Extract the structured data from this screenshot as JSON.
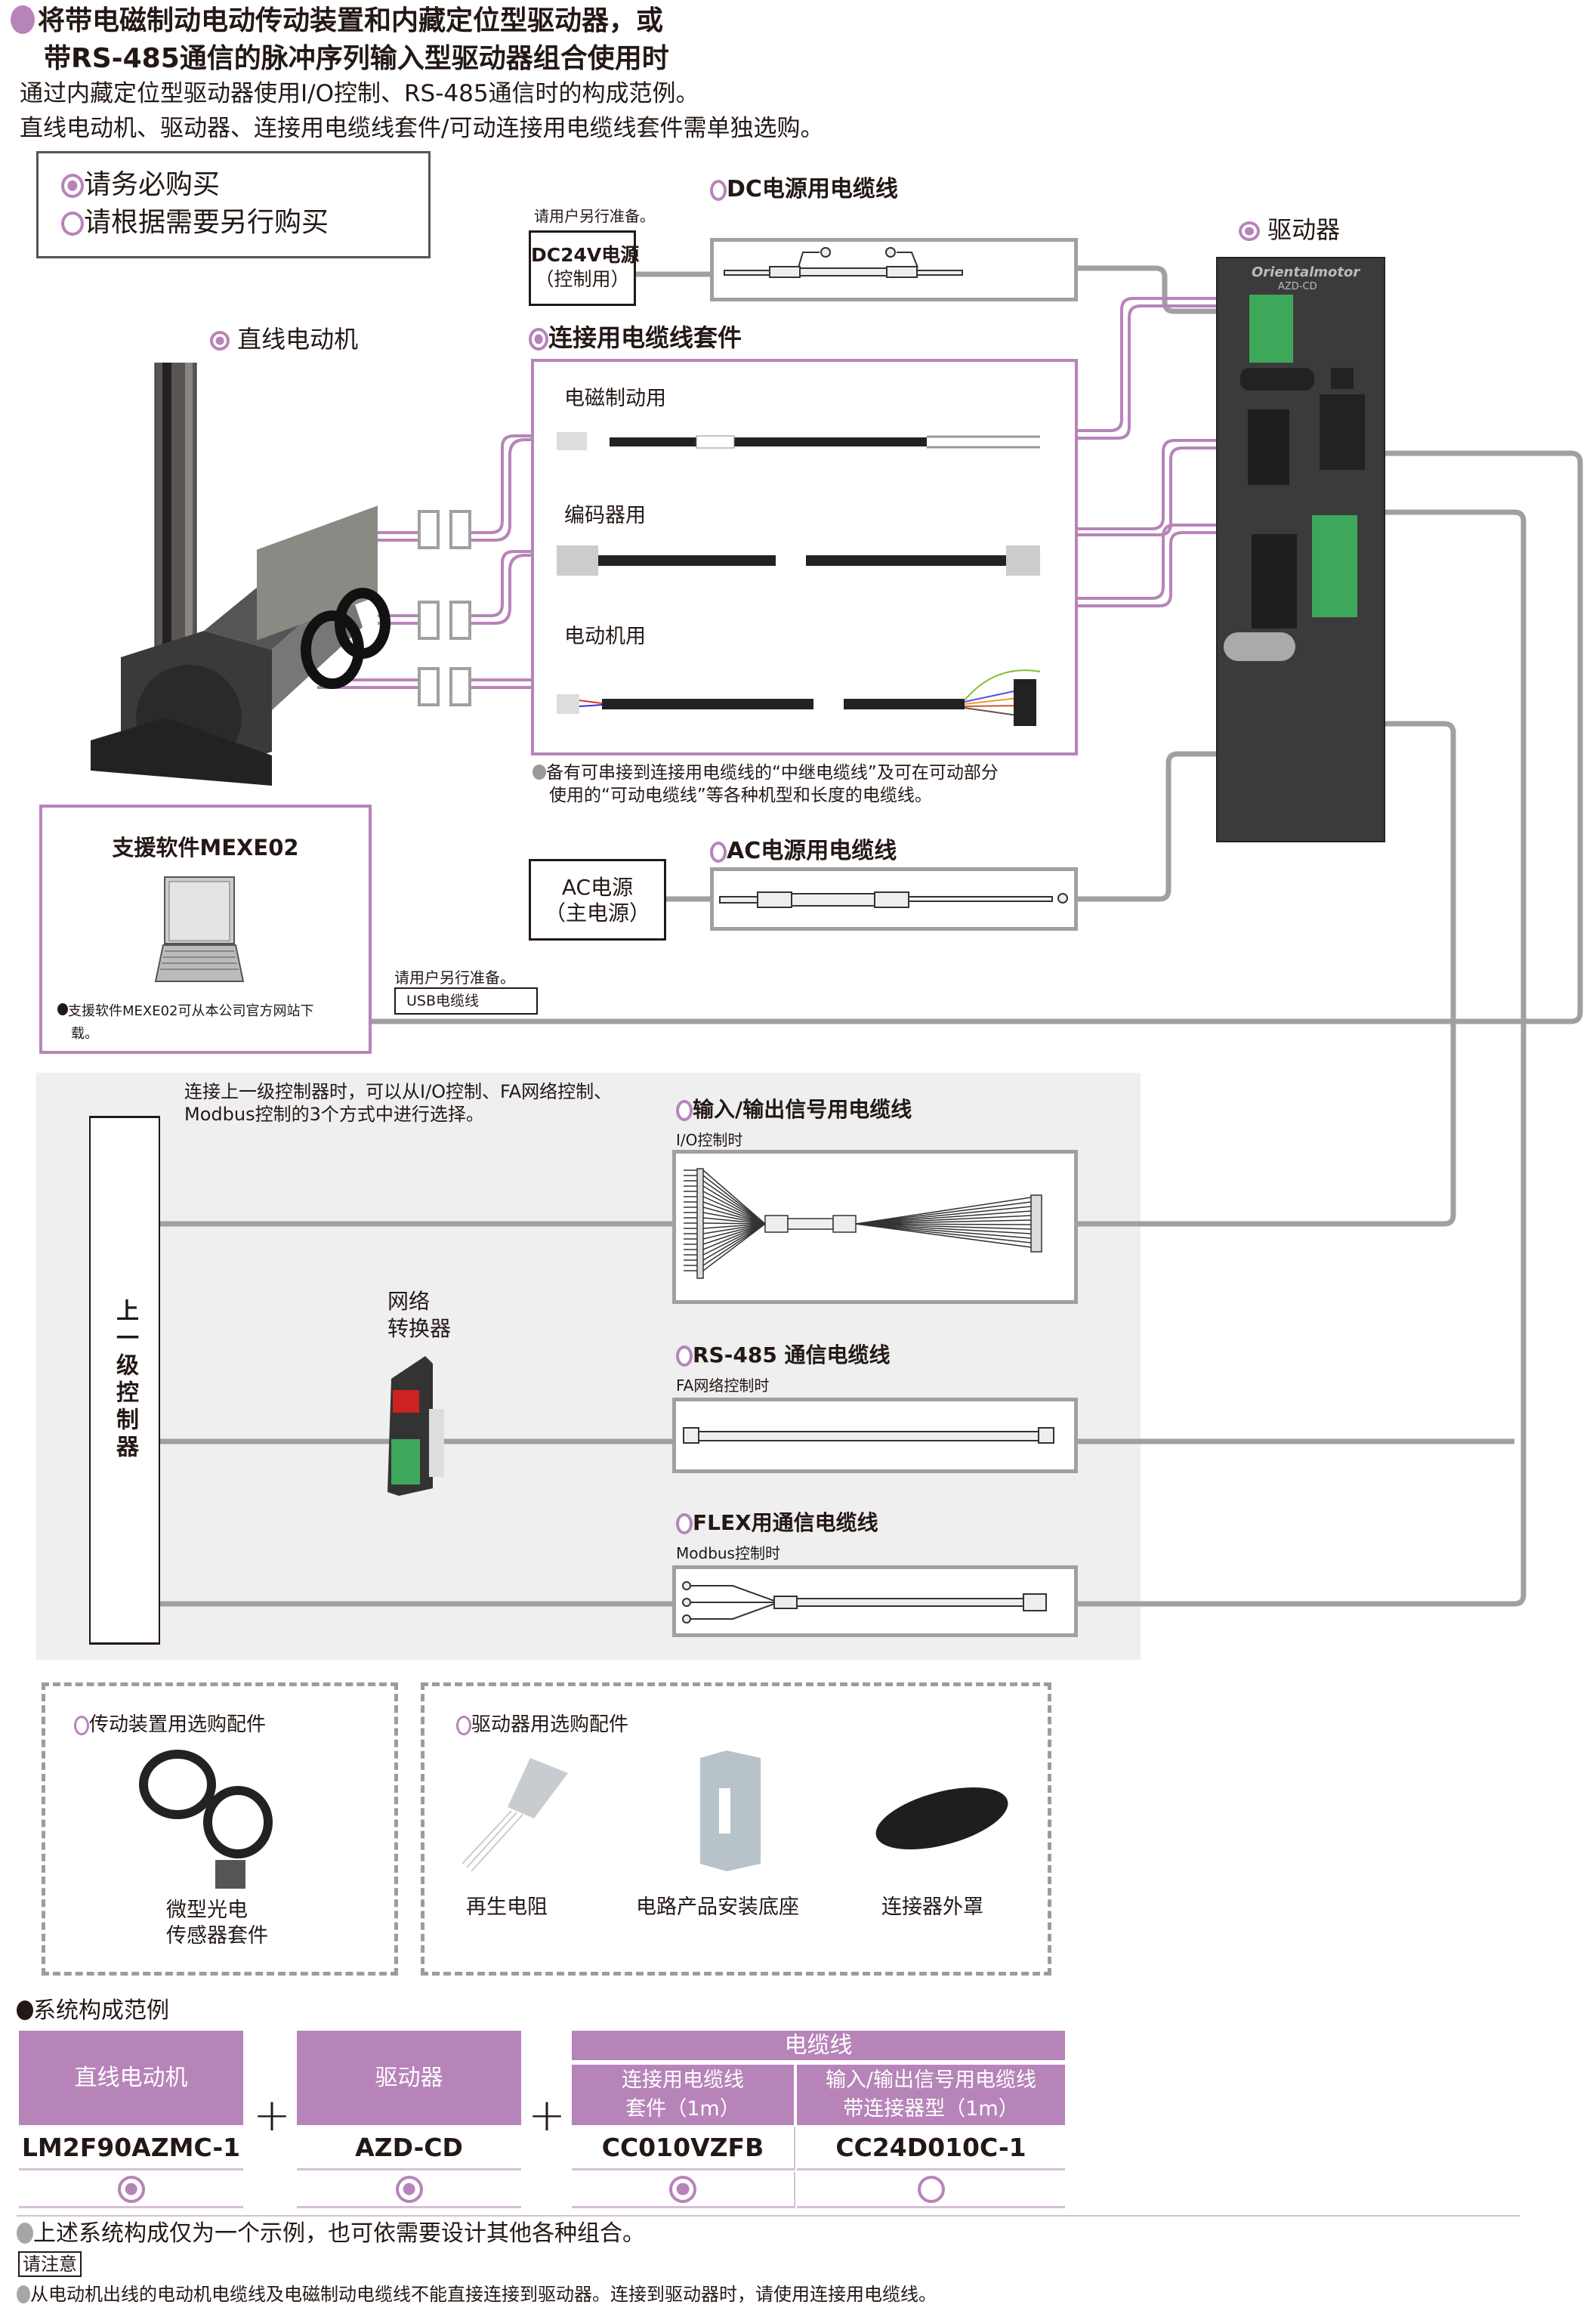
{
  "header": {
    "title_line1": "将带电磁制动电动传动装置和内藏定位型驱动器，或",
    "title_line2": "带RS-485通信的脉冲序列输入型驱动器组合使用时",
    "desc_line1": "通过内藏定位型驱动器使用I/O控制、RS-485通信时的构成范例。",
    "desc_line2": "直线电动机、驱动器、连接用电缆线套件/可动连接用电缆线套件需单独选购。"
  },
  "legend": {
    "required": "请务必购买",
    "optional": "请根据需要另行购买"
  },
  "components": {
    "motor_label": "直线电动机",
    "driver_label": "驱动器",
    "driver_brand": "Orientalmotor",
    "driver_model_print": "AZD-CD",
    "dc_note": "请用户另行准备。",
    "dc_power": "DC24V电源",
    "dc_power_sub": "（控制用）",
    "dc_cable": "DC电源用电缆线",
    "kit_title": "连接用电缆线套件",
    "kit_items": [
      "电磁制动用",
      "编码器用",
      "电动机用"
    ],
    "kit_note_line1": "备有可串接到连接用电缆线的“中继电缆线”及可在可动部分",
    "kit_note_line2": "使用的“可动电缆线”等各种机型和长度的电缆线。",
    "software_title": "支援软件MEXE02",
    "software_note_line1": "支援软件MEXE02可从本公司官方网站下",
    "software_note_line2": "载。",
    "ac_power": "AC电源",
    "ac_power_sub": "（主电源）",
    "ac_cable": "AC电源用电缆线",
    "usb_note": "请用户另行准备。",
    "usb_cable": "USB电缆线"
  },
  "upper_controller": {
    "note_line1": "连接上一级控制器时，可以从I/O控制、FA网络控制、",
    "note_line2": "Modbus控制的3个方式中进行选择。",
    "controller_label": "上一级控制器",
    "converter_line1": "网络",
    "converter_line2": "转换器",
    "cables": [
      {
        "title": "输入/输出信号用电缆线",
        "sub": "I/O控制时"
      },
      {
        "title": "RS-485 通信电缆线",
        "sub": "FA网络控制时"
      },
      {
        "title": "FLEX用通信电缆线",
        "sub": "Modbus控制时"
      }
    ]
  },
  "options": {
    "actuator_title": "传动装置用选购配件",
    "actuator_items": [
      {
        "line1": "微型光电",
        "line2": "传感器套件"
      }
    ],
    "driver_title": "驱动器用选购配件",
    "driver_items": [
      "再生电阻",
      "电路产品安装底座",
      "连接器外罩"
    ]
  },
  "system_example": {
    "title": "系统构成范例",
    "plus": "+",
    "columns": [
      {
        "header": "直线电动机",
        "model": "LM2F90AZMC-1",
        "required": true
      },
      {
        "header": "驱动器",
        "model": "AZD-CD",
        "required": true
      }
    ],
    "cable_group_header": "电缆线",
    "cable_columns": [
      {
        "header_line1": "连接用电缆线",
        "header_line2": "套件（1m）",
        "model": "CC010VZFB",
        "required": true
      },
      {
        "header_line1": "输入/输出信号用电缆线",
        "header_line2": "带连接器型（1m）",
        "model": "CC24D010C-1",
        "required": false
      }
    ]
  },
  "footer": {
    "example_note": "上述系统构成仅为一个示例，也可依需要设计其他各种组合。",
    "caution_label": "请注意",
    "caution_text": "从电动机出线的电动机电缆线及电磁制动电缆线不能直接连接到驱动器。连接到驱动器时，请使用连接用电缆线。"
  },
  "colors": {
    "accent_purple": "#b784b9",
    "wire_gray": "#a0a0a0",
    "panel_gray": "#efefef",
    "text": "#231815"
  }
}
